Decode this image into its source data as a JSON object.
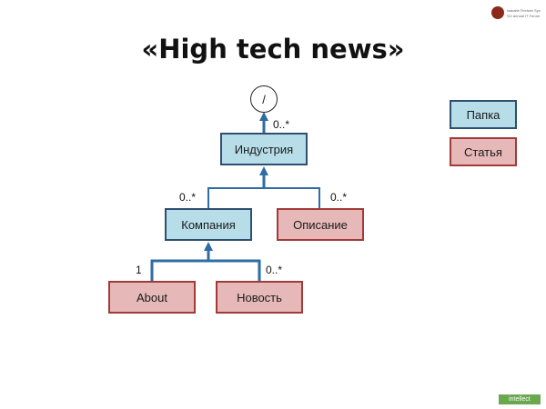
{
  "title": "«High tech news»",
  "logo": {
    "line1": "Isakaite Firetwin Sys",
    "line2": "SO annual IT Forum"
  },
  "root_label": "/",
  "nodes": {
    "industry": "Индустрия",
    "company": "Компания",
    "description": "Описание",
    "about": "About",
    "news": "Новость"
  },
  "multiplicities": {
    "industry_to_root": "0..*",
    "company_to_industry": "0..*",
    "description_to_industry": "0..*",
    "about_to_company": "1",
    "news_to_company": "0..*"
  },
  "legend": {
    "folder": "Папка",
    "article": "Статья"
  },
  "footer_badge": "intellect",
  "colors": {
    "folder_fill": "#b7dde8",
    "folder_border": "#2e4f6f",
    "article_fill": "#e6b9b8",
    "article_border": "#a23a3a",
    "connector": "#2e6da4"
  }
}
